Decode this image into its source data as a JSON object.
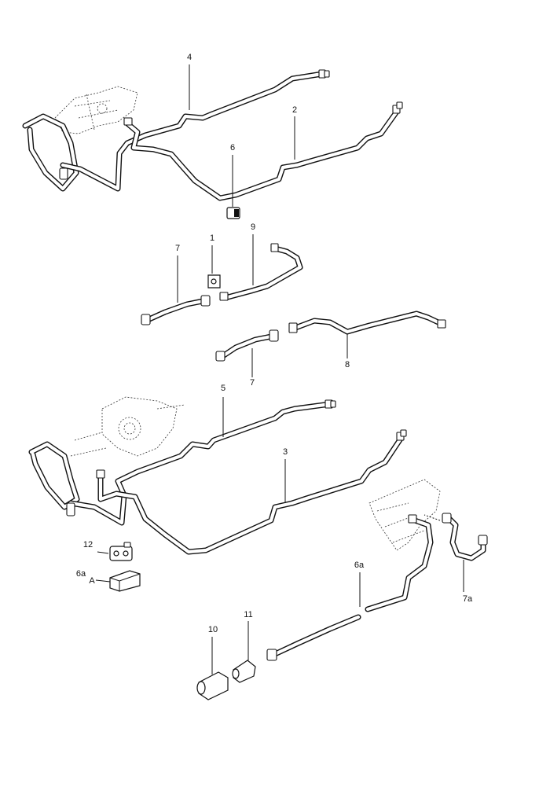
{
  "callouts": {
    "c1": "1",
    "c2": "2",
    "c3": "3",
    "c4": "4",
    "c5": "5",
    "c6": "6",
    "c6a_top": "6a",
    "c6a_low": "6a",
    "c7_upper": "7",
    "c7_lower": "7",
    "c7a": "7a",
    "c8": "8",
    "c9": "9",
    "c10": "10",
    "c11": "11",
    "c12": "12",
    "cA": "A"
  },
  "colors": {
    "line": "#111111",
    "background": "#ffffff"
  }
}
